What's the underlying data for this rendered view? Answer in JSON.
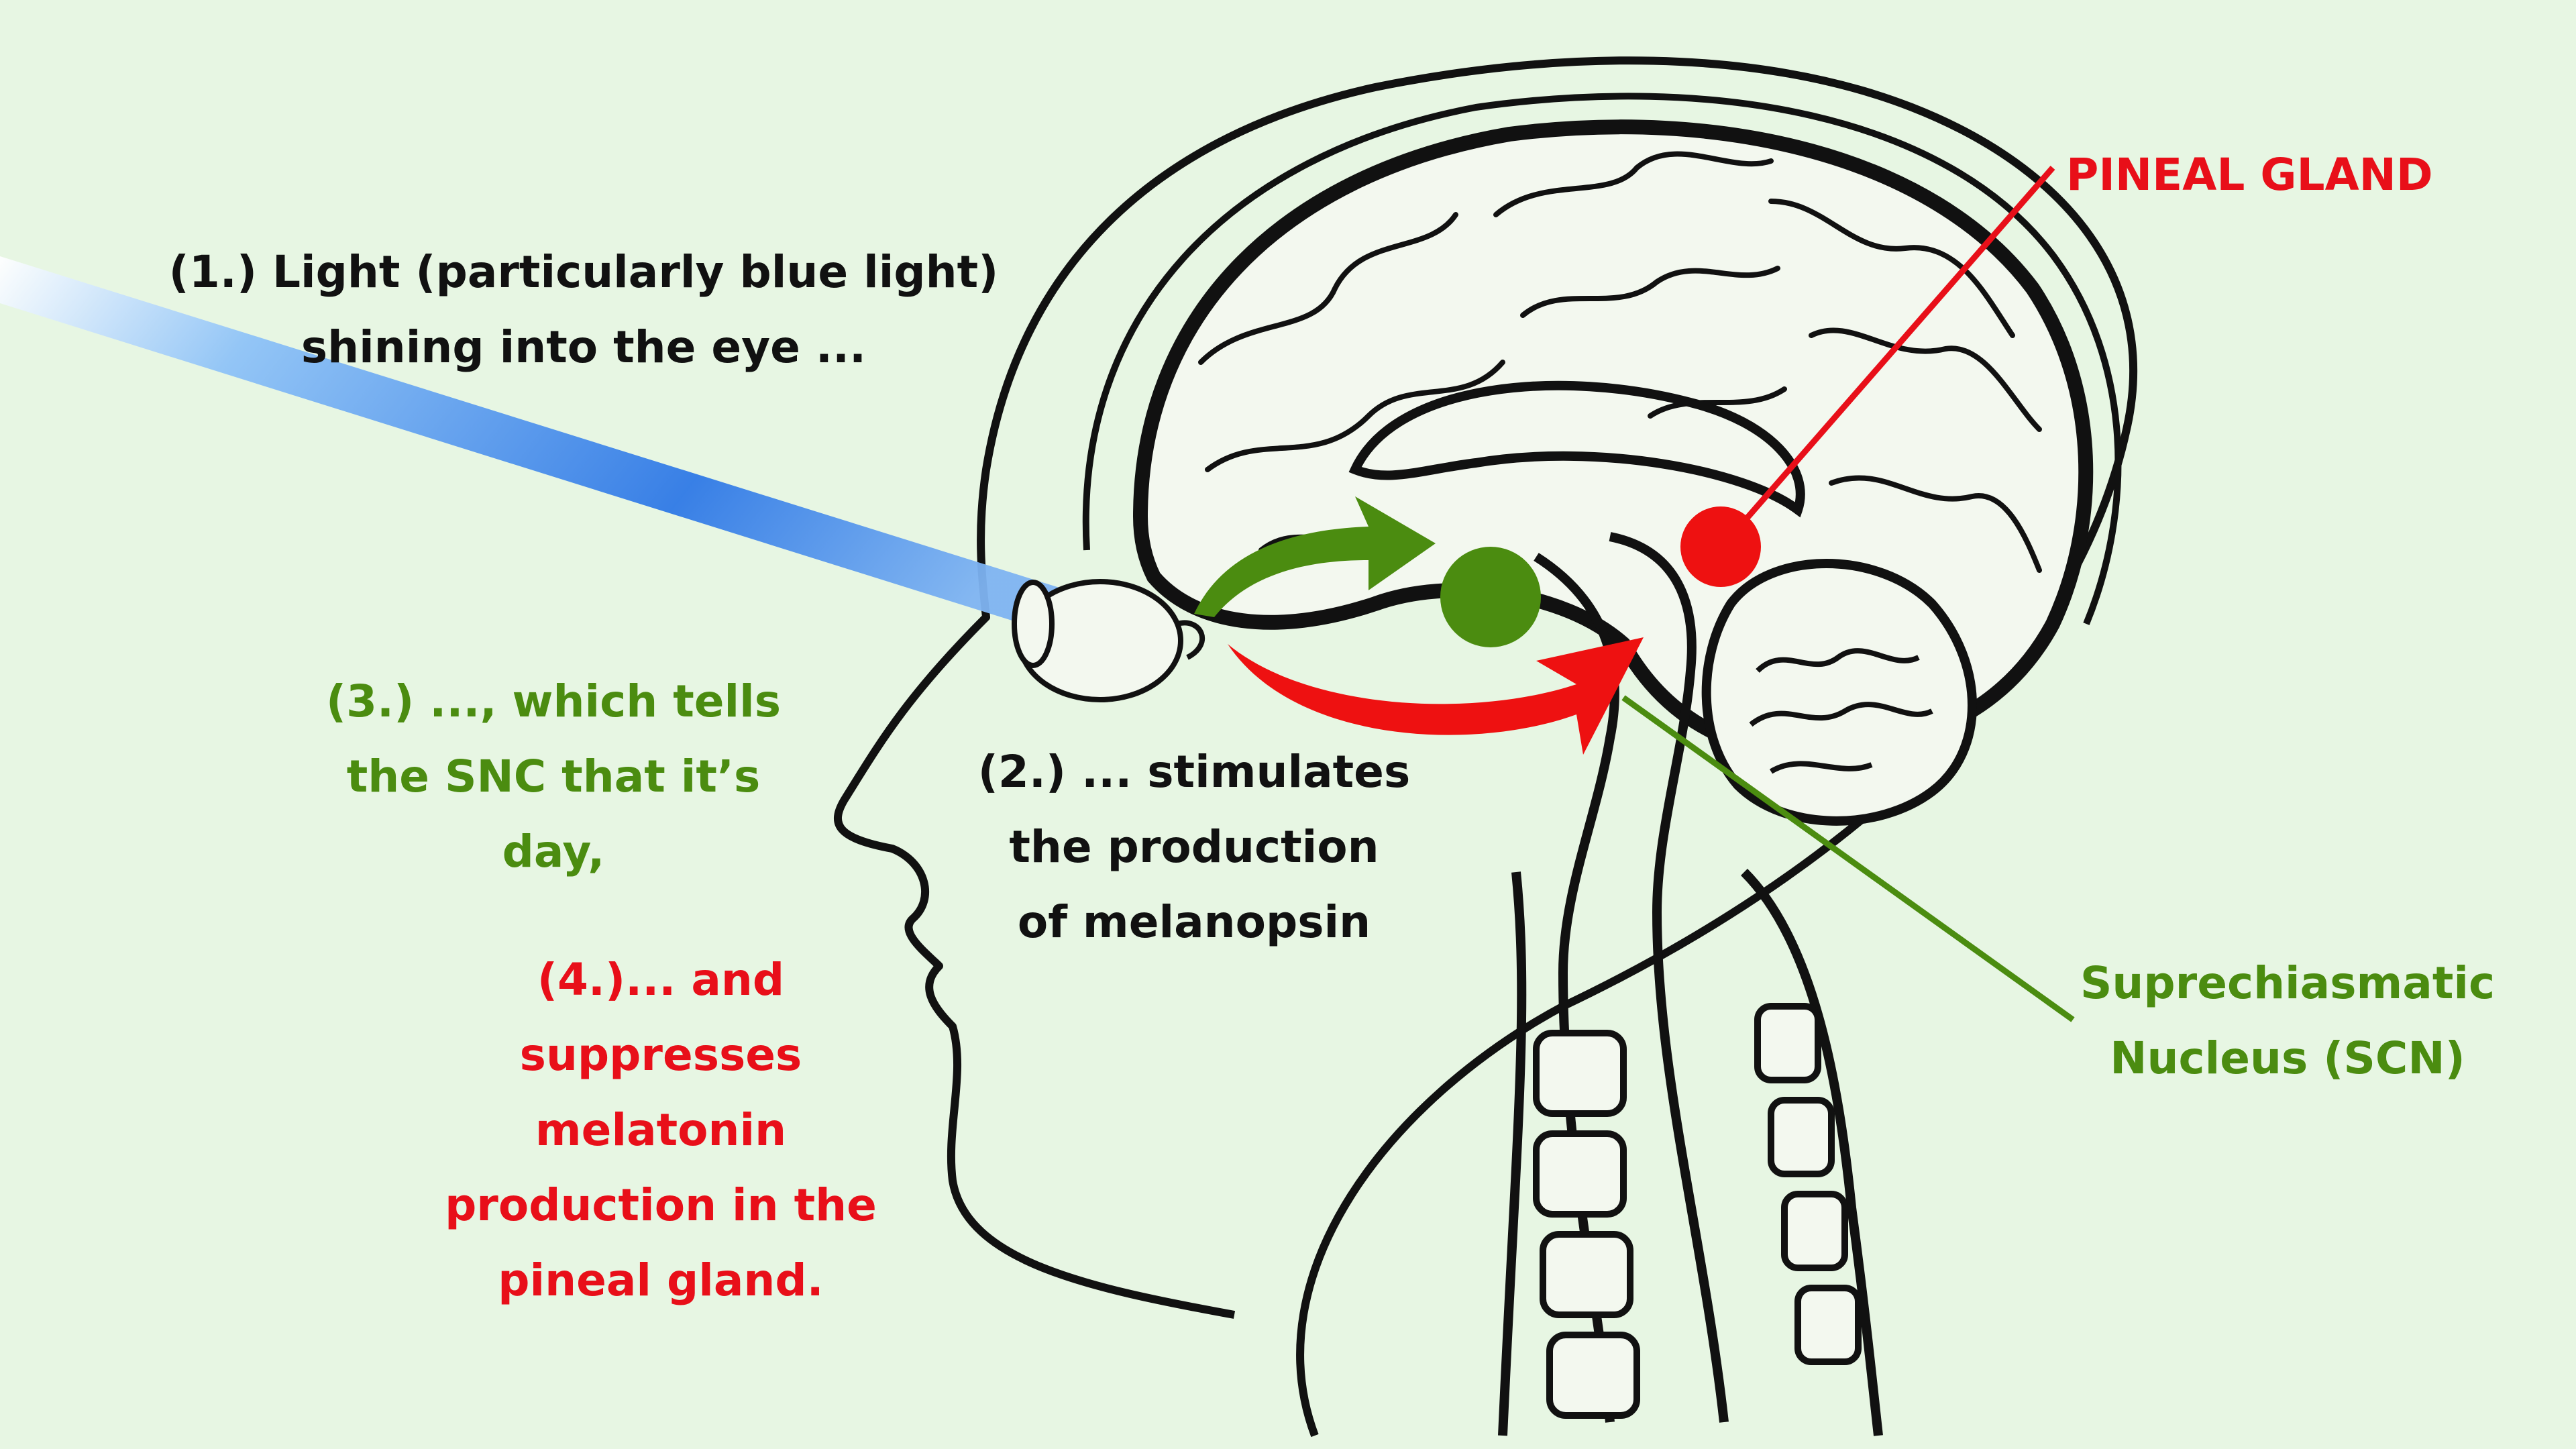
{
  "colors": {
    "background": "#e7f6e3",
    "text_dark": "#111111",
    "green": "#4b8c10",
    "red": "#e80f19",
    "light_ray": "#3a86f0",
    "outline": "#111111"
  },
  "labels": {
    "step1": [
      "(1.) Light (particularly blue light)",
      "shining into the eye ..."
    ],
    "step2": [
      "(2.) ... stimulates",
      "the production",
      "of melanopsin"
    ],
    "step3": [
      "(3.) ..., which tells",
      "the SNC that it’s",
      "day,"
    ],
    "step4": [
      "(4.)... and",
      "suppresses",
      "melatonin",
      "production in the",
      "pineal gland."
    ],
    "pineal": "PINEAL GLAND",
    "scn": [
      "Suprechiasmatic",
      "Nucleus (SCN)"
    ]
  },
  "icons": [
    "eye-icon",
    "head-outline",
    "brain-outline",
    "spine-outline",
    "blue-light-ray",
    "green-arrow",
    "red-arrow",
    "scn-marker",
    "pineal-marker"
  ]
}
